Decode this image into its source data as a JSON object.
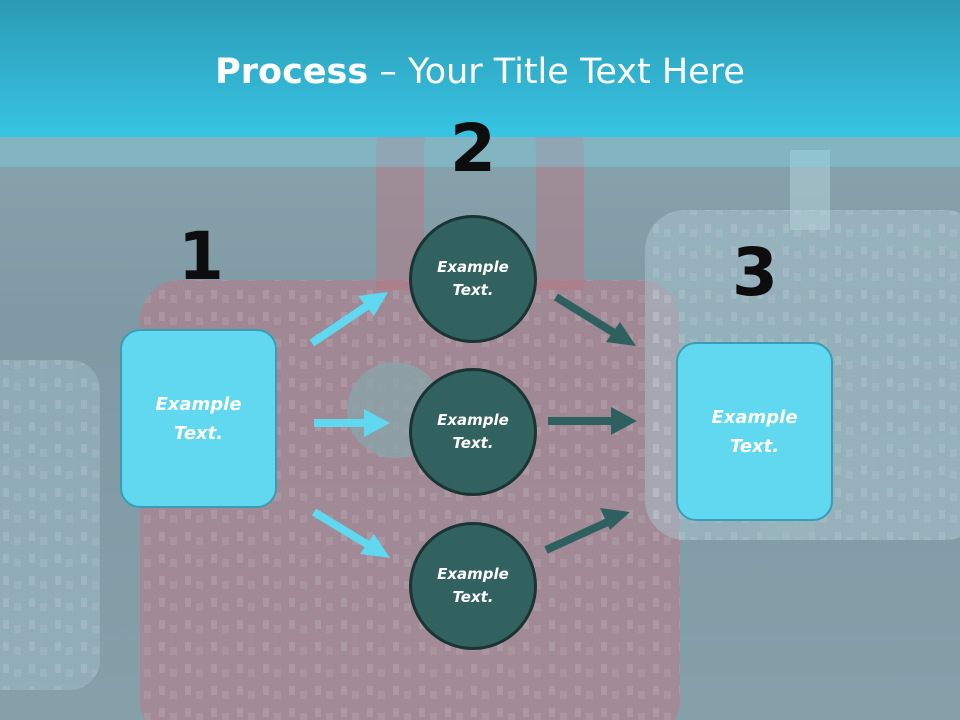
{
  "title": {
    "bold": "Process",
    "rest": " – Your Title Text Here"
  },
  "steps": {
    "one": "1",
    "two": "2",
    "three": "3"
  },
  "left_box": {
    "text": "Example Text."
  },
  "right_box": {
    "text": "Example Text."
  },
  "circles": [
    {
      "text": "Example Text."
    },
    {
      "text": "Example Text."
    },
    {
      "text": "Example Text."
    }
  ],
  "colors": {
    "header": "#37c4e3",
    "box_fill": "#5fd8f0",
    "circle_fill": "#316260",
    "arrow_light": "#5fd8f0",
    "arrow_dark": "#2f6060"
  }
}
